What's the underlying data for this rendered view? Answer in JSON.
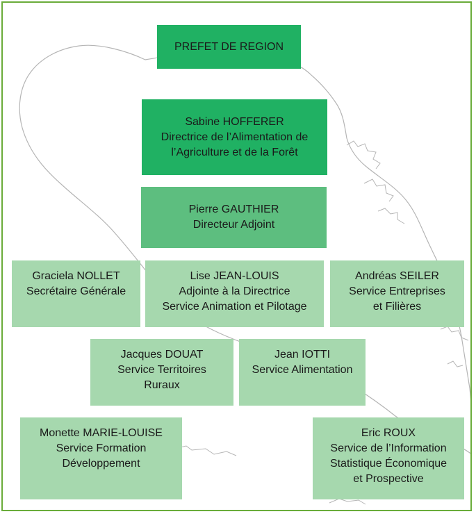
{
  "colors": {
    "frame_border": "#6aac3a",
    "dark_green": "#20b163",
    "medium_green": "#5dbe7f",
    "light_green": "#a6d8ae"
  },
  "prefet": {
    "line1": "PREFET DE REGION"
  },
  "directrice": {
    "line1": "Sabine HOFFERER",
    "line2": "Directrice de l’Alimentation de",
    "line3": "l’Agriculture et de la Forêt"
  },
  "adjoint": {
    "line1": "Pierre GAUTHIER",
    "line2": "Directeur Adjoint"
  },
  "secretaire": {
    "line1": "Graciela NOLLET",
    "line2": "Secrétaire Générale"
  },
  "animation": {
    "line1": "Lise JEAN-LOUIS",
    "line2": "Adjointe à la Directrice",
    "line3": "Service Animation et Pilotage"
  },
  "entreprises": {
    "line1": "Andréas SEILER",
    "line2": "Service Entreprises",
    "line3": "et Filières"
  },
  "territoires": {
    "line1": "Jacques DOUAT",
    "line2": "Service Territoires",
    "line3": "Ruraux"
  },
  "alimentation": {
    "line1": "Jean IOTTI",
    "line2": "Service Alimentation"
  },
  "formation": {
    "line1": "Monette MARIE-LOUISE",
    "line2": "Service Formation",
    "line3": "Développement"
  },
  "information": {
    "line1": "Eric ROUX",
    "line2": "Service de l’Information",
    "line3": "Statistique Économique",
    "line4": "et Prospective"
  }
}
